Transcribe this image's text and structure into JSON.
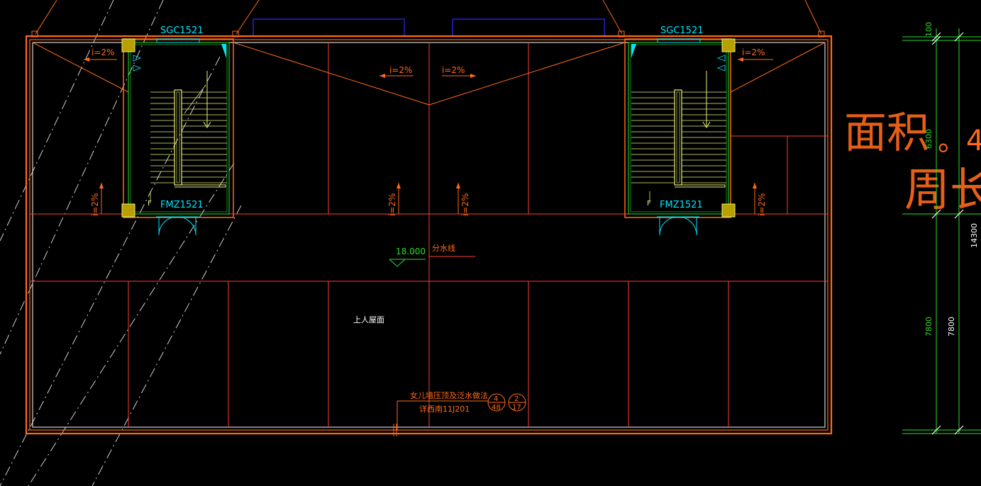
{
  "drawing": {
    "window_left": "SGC1521",
    "window_right": "SGC1521",
    "door_left": "FMZ1521",
    "door_right": "FMZ1521",
    "slope": "i=2%",
    "elevation": "18.000",
    "divide_line": "分水线",
    "roof_label": "上人屋面",
    "note_line1": "女儿墙压顶及泛水做法",
    "note_line2": "详西南11J201",
    "detail_a_top": "4",
    "detail_a_bottom": "48",
    "detail_b_top": "2",
    "detail_b_bottom": "17",
    "stair_up": "F"
  },
  "dimensions": {
    "top": "100",
    "upper": "6300",
    "lower_green": "7800",
    "lower": "7800",
    "total": "14300"
  },
  "handwriting": {
    "area": "面积",
    "perimeter": "周长"
  },
  "colors": {
    "wall": "#ff6a1a",
    "axis": "#ff3b2f",
    "stair": "#e8f07a",
    "cyan": "#00e5ff",
    "green": "#29e02c",
    "white": "#ffffff",
    "blue": "#2a2aff",
    "column": "#b8a000"
  }
}
